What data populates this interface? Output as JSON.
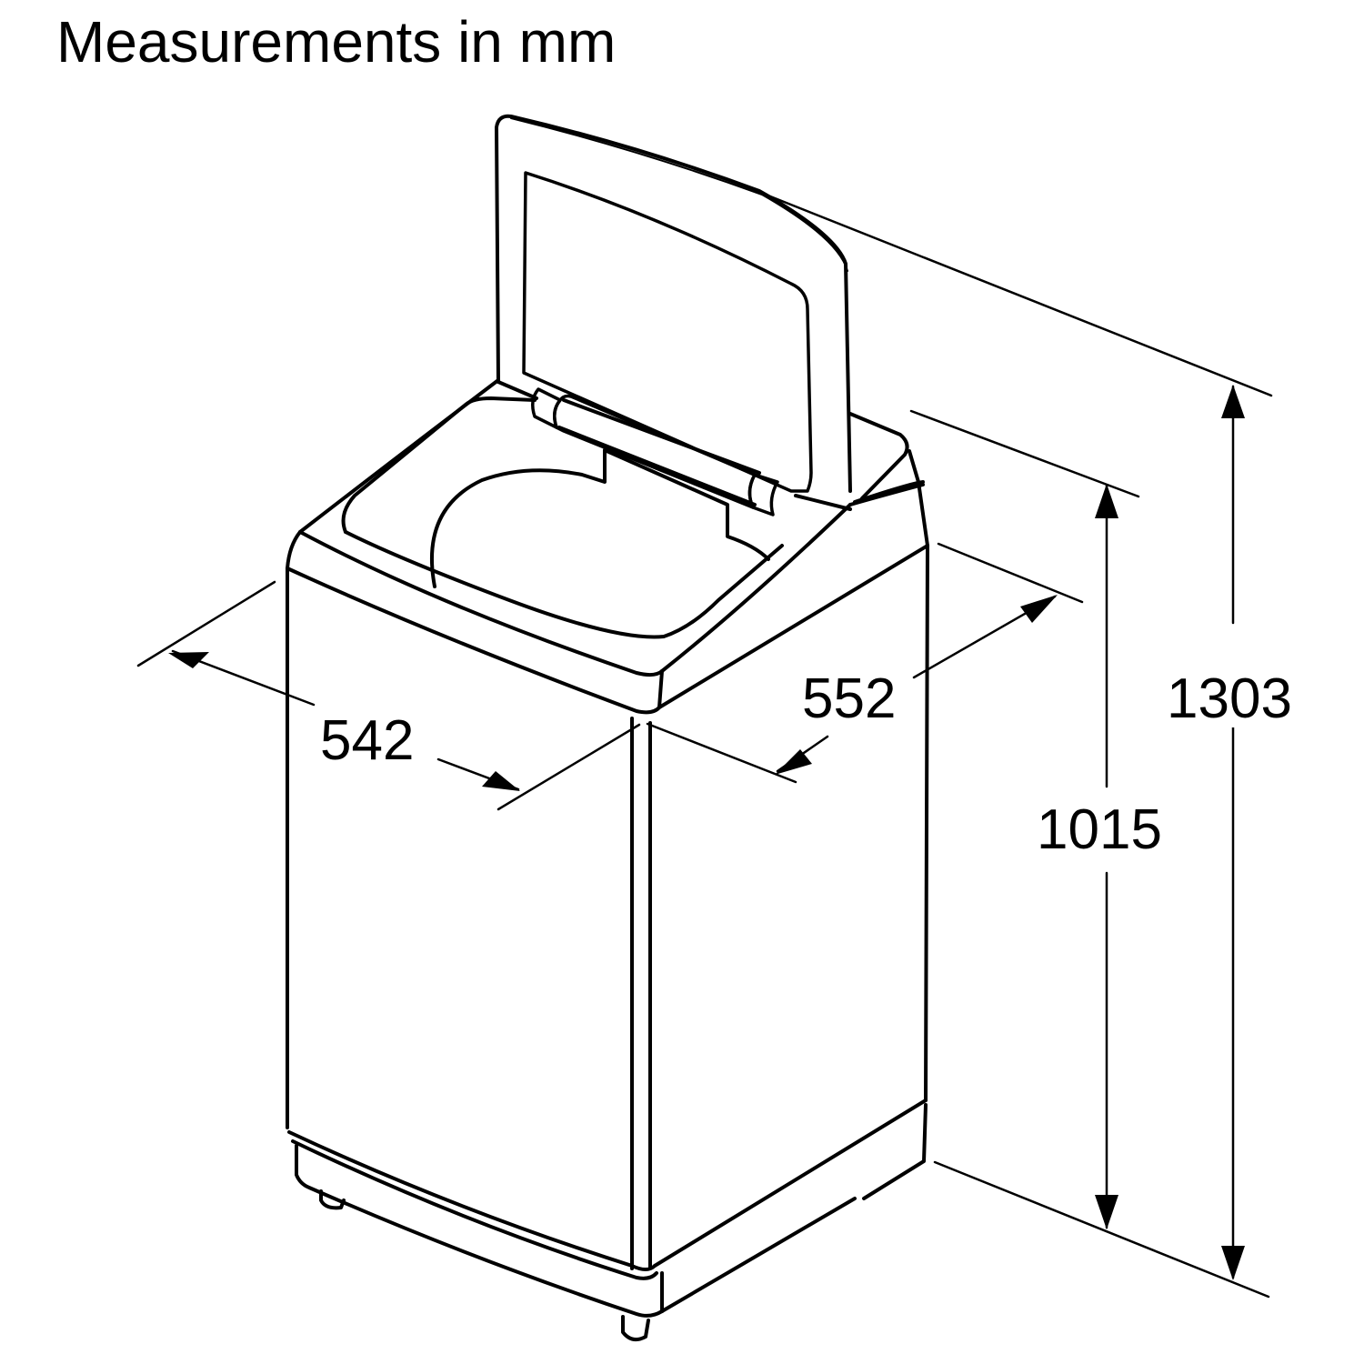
{
  "header": {
    "title": "Measurements in mm"
  },
  "drawing": {
    "subject": "top-loading washing machine with open lid",
    "line_color": "#000000",
    "background": "#ffffff"
  },
  "dimensions": {
    "width": {
      "value": "542",
      "unit": "mm",
      "label": "542"
    },
    "depth": {
      "value": "552",
      "unit": "mm",
      "label": "552"
    },
    "height_closed": {
      "value": "1015",
      "unit": "mm",
      "label": "1015"
    },
    "height_lid_open": {
      "value": "1303",
      "unit": "mm",
      "label": "1303"
    }
  }
}
